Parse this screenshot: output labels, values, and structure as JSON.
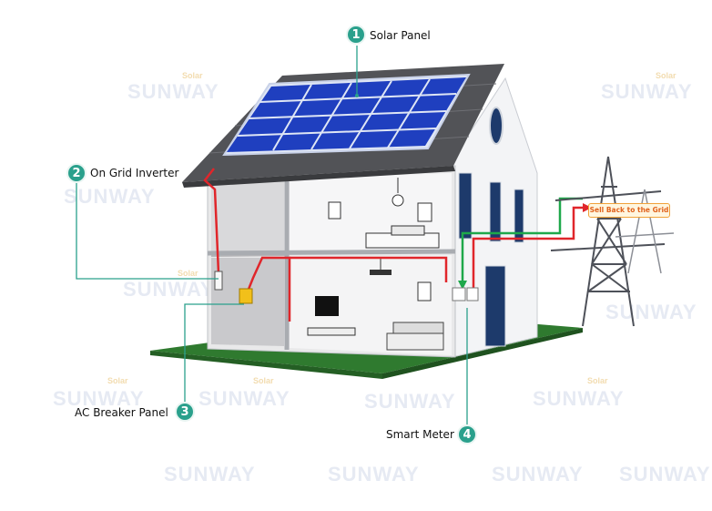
{
  "components": [
    {
      "number": "1",
      "label": "Solar Panel"
    },
    {
      "number": "2",
      "label": "On Grid Inverter"
    },
    {
      "number": "3",
      "label": "AC Breaker Panel"
    },
    {
      "number": "4",
      "label": "Smart Meter"
    }
  ],
  "grid_label": "Sell Back to the Grid",
  "watermark": {
    "brand": "SUNWAY",
    "tag": "Solar"
  },
  "colors": {
    "accent": "#2aa08c",
    "solar_panel": "#1f3fbf",
    "roof": "#4a4a4a",
    "ground": "#2f7a2f",
    "wire_red": "#e0262b",
    "wire_green": "#1ea84a",
    "sell_tag_text": "#e0621c"
  }
}
